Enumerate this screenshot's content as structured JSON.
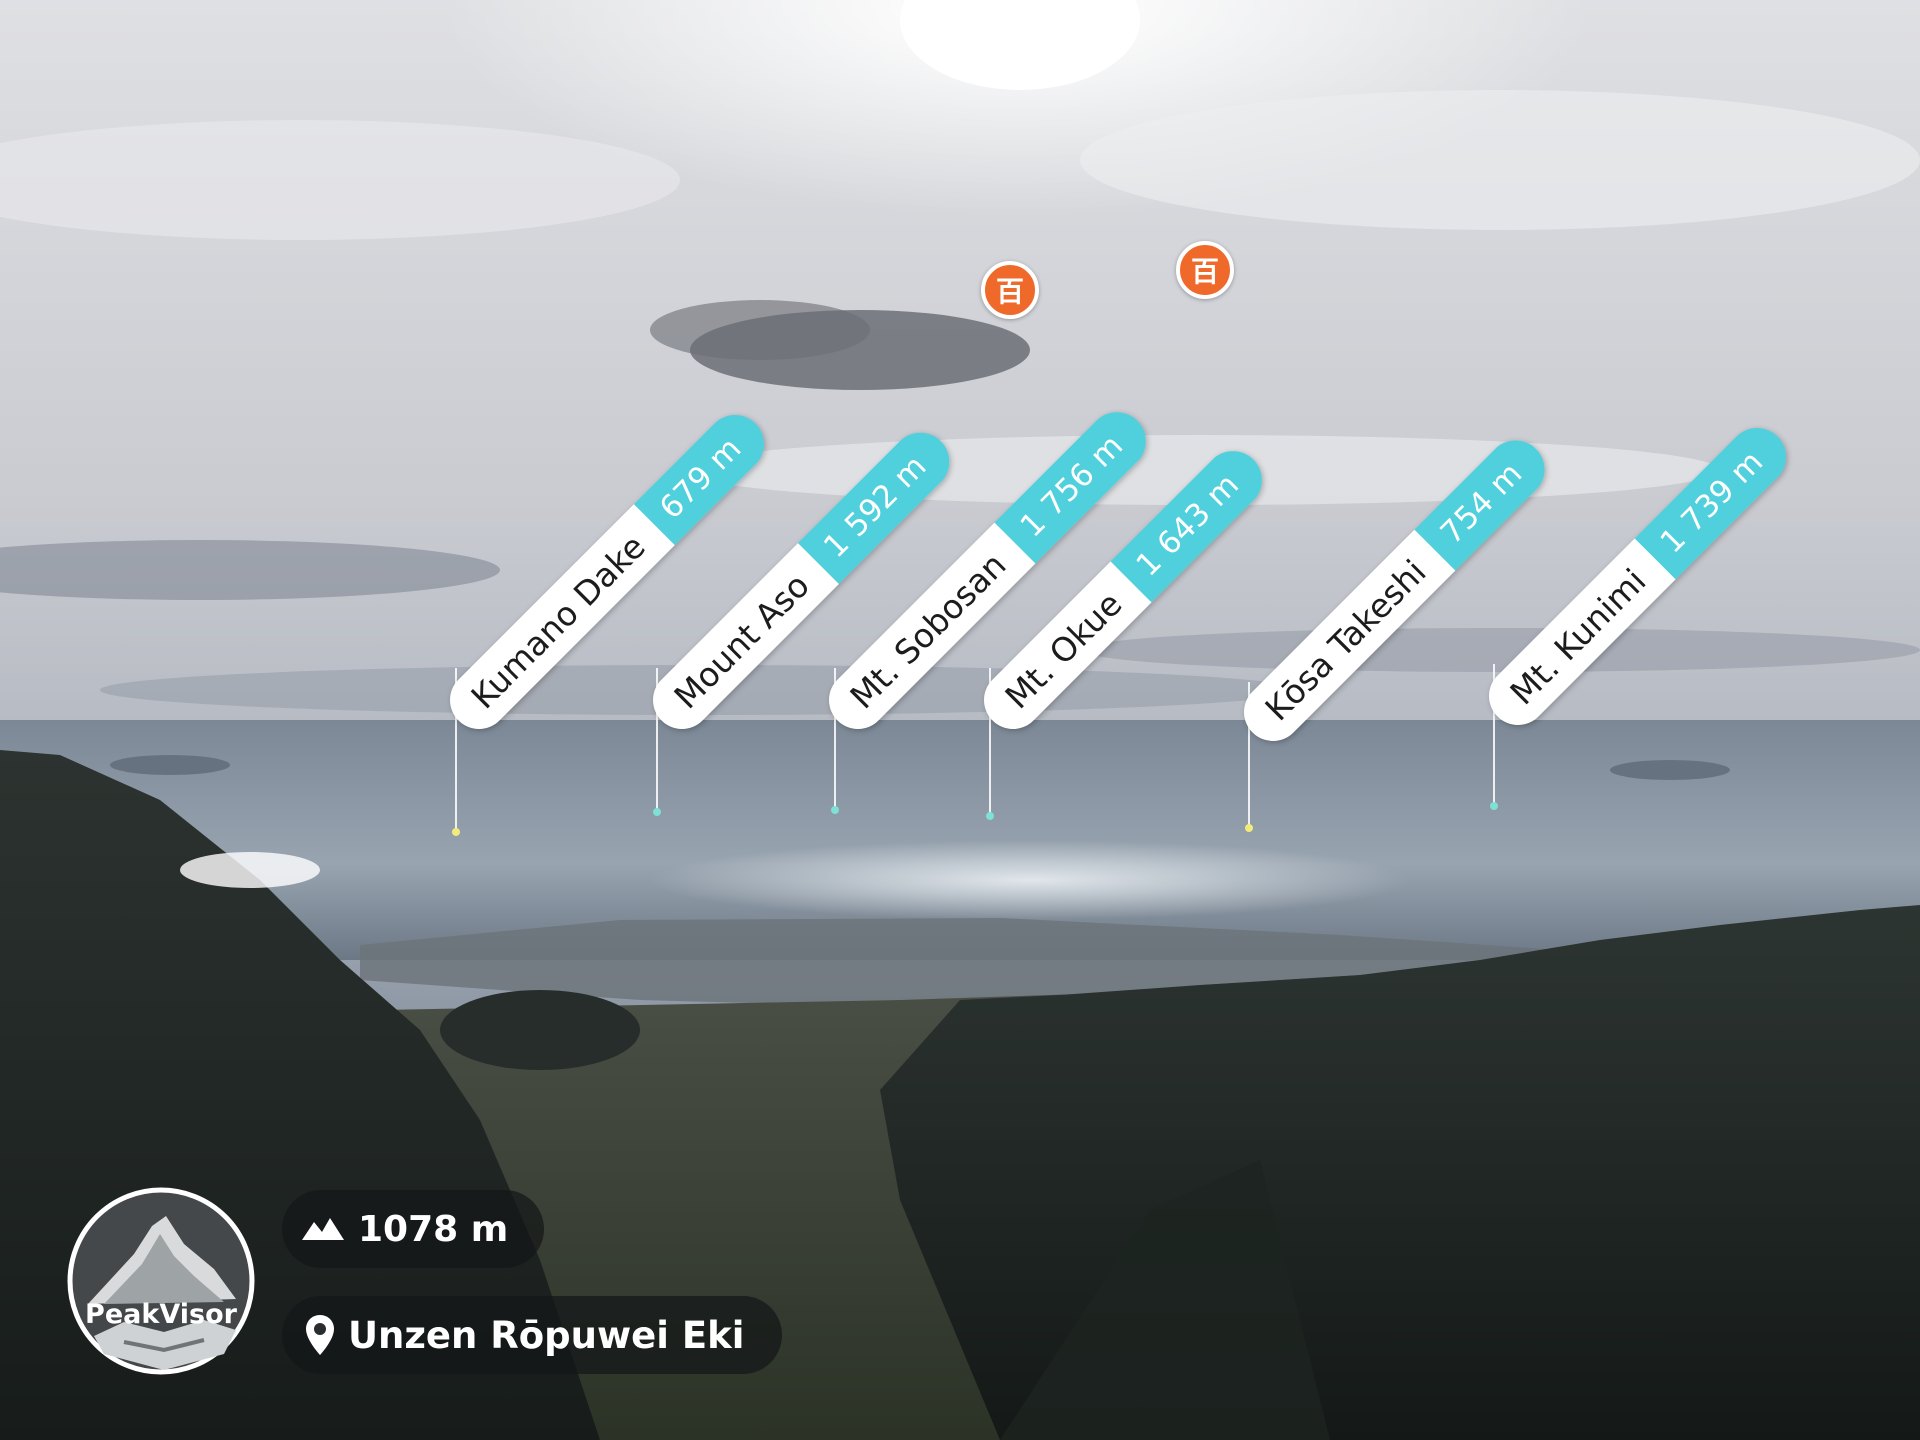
{
  "app": {
    "logo_text": "PeakVisor"
  },
  "peaks": [
    {
      "name": "Kumano Dake",
      "elevation": "679 m",
      "badge": "",
      "dot_color": "#f2ec7a"
    },
    {
      "name": "Mount Aso",
      "elevation": "1 592 m",
      "badge": "百",
      "dot_color": "#7fe0d6"
    },
    {
      "name": "Mt. Sobosan",
      "elevation": "1 756 m",
      "badge": "百",
      "dot_color": "#7fe0d6"
    },
    {
      "name": "Mt. Okue",
      "elevation": "1 643 m",
      "badge": "",
      "dot_color": "#7fe0d6"
    },
    {
      "name": "Kōsa Takeshi",
      "elevation": "754 m",
      "badge": "",
      "dot_color": "#f2ec7a"
    },
    {
      "name": "Mt. Kunimi",
      "elevation": "1 739 m",
      "badge": "",
      "dot_color": "#7fe0d6"
    }
  ],
  "viewer": {
    "altitude": "1078 m",
    "altitude_icon": "mountains-icon",
    "location": "Unzen Rōpuwei Eki",
    "location_icon": "location-pin-icon"
  },
  "colors": {
    "elevation_accent": "#4fd0dc",
    "badge": "#ef6a2a"
  }
}
